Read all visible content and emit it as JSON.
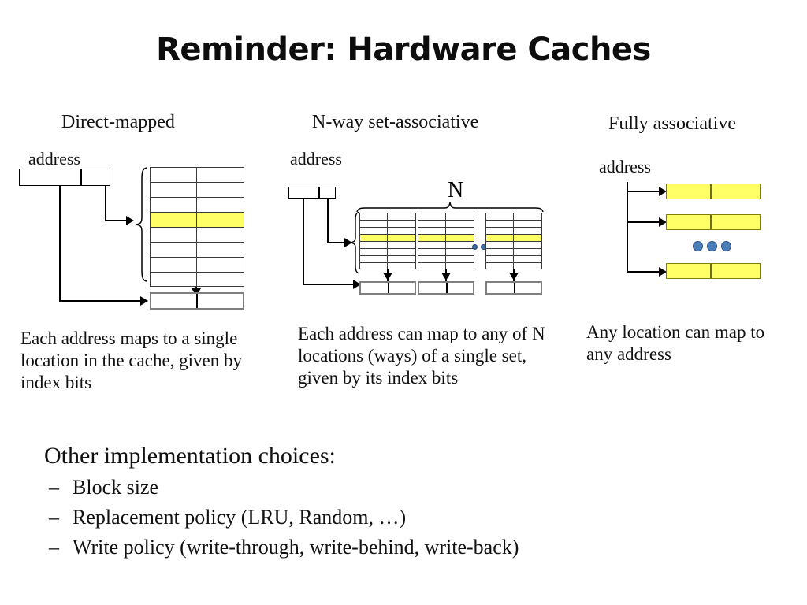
{
  "slide": {
    "title": "Reminder: Hardware Caches"
  },
  "columns": [
    {
      "key": "direct",
      "heading": "Direct-mapped",
      "address_label": "address",
      "caption": "Each address maps to a single location in the cache, given by index bits"
    },
    {
      "key": "nway",
      "heading": "N-way set-associative",
      "address_label": "address",
      "ways_label": "N",
      "caption": "Each address can map to any of N locations (ways) of a single set, given by its index bits"
    },
    {
      "key": "fully",
      "heading": "Fully associative",
      "address_label": "address",
      "caption": "Any location can map to any address"
    }
  ],
  "diagram": {
    "cache_rows": 8,
    "highlighted_row_index": 4,
    "nway_arrays": 3,
    "fully_rows": 3,
    "ellipsis_dots": 3,
    "highlight_color": "#ffff66",
    "dot_color": "#4a7ebb",
    "line_color": "#000000",
    "latch_border_color": "#7f7f7f"
  },
  "bullets": {
    "title": "Other implementation choices:",
    "marker": "–",
    "items": [
      "Block size",
      "Replacement policy (LRU, Random, …)",
      "Write policy (write-through, write-behind, write-back)"
    ]
  }
}
